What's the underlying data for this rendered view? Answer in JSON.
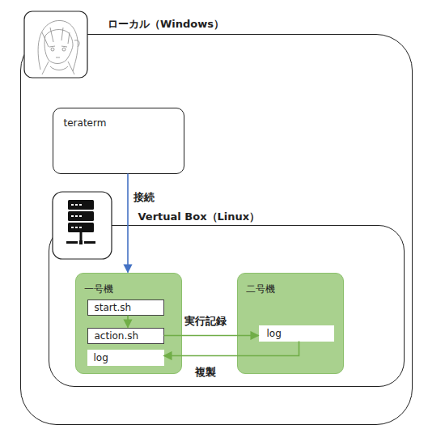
{
  "diagram": {
    "nodes": [
      {
        "text": [
          "ローカル（Windows）"
        ]
      },
      {
        "text": [
          "teraterm"
        ],
        "in": 0
      },
      {
        "text": [
          "Vertual Box（Linux）"
        ],
        "in": 0
      },
      {
        "text": [
          "一号機"
        ],
        "in": 2
      },
      {
        "text": [
          "start.sh"
        ],
        "in": 3
      },
      {
        "text": [
          "action.sh"
        ],
        "in": 3
      },
      {
        "text": [
          "log"
        ],
        "in": 3
      },
      {
        "text": [
          "二号機"
        ],
        "in": 2
      },
      {
        "text": [
          "log"
        ],
        "in": 7
      }
    ],
    "edges": [
      {
        "from": 1,
        "to": 3,
        "arrow": "to",
        "label": "接続"
      },
      {
        "from": 4,
        "to": 5,
        "arrow": "to"
      },
      {
        "from": 5,
        "to": 8,
        "arrow": "to",
        "label": "実行記録"
      },
      {
        "from": 8,
        "to": 6,
        "arrow": "to",
        "label": "複製"
      }
    ]
  }
}
